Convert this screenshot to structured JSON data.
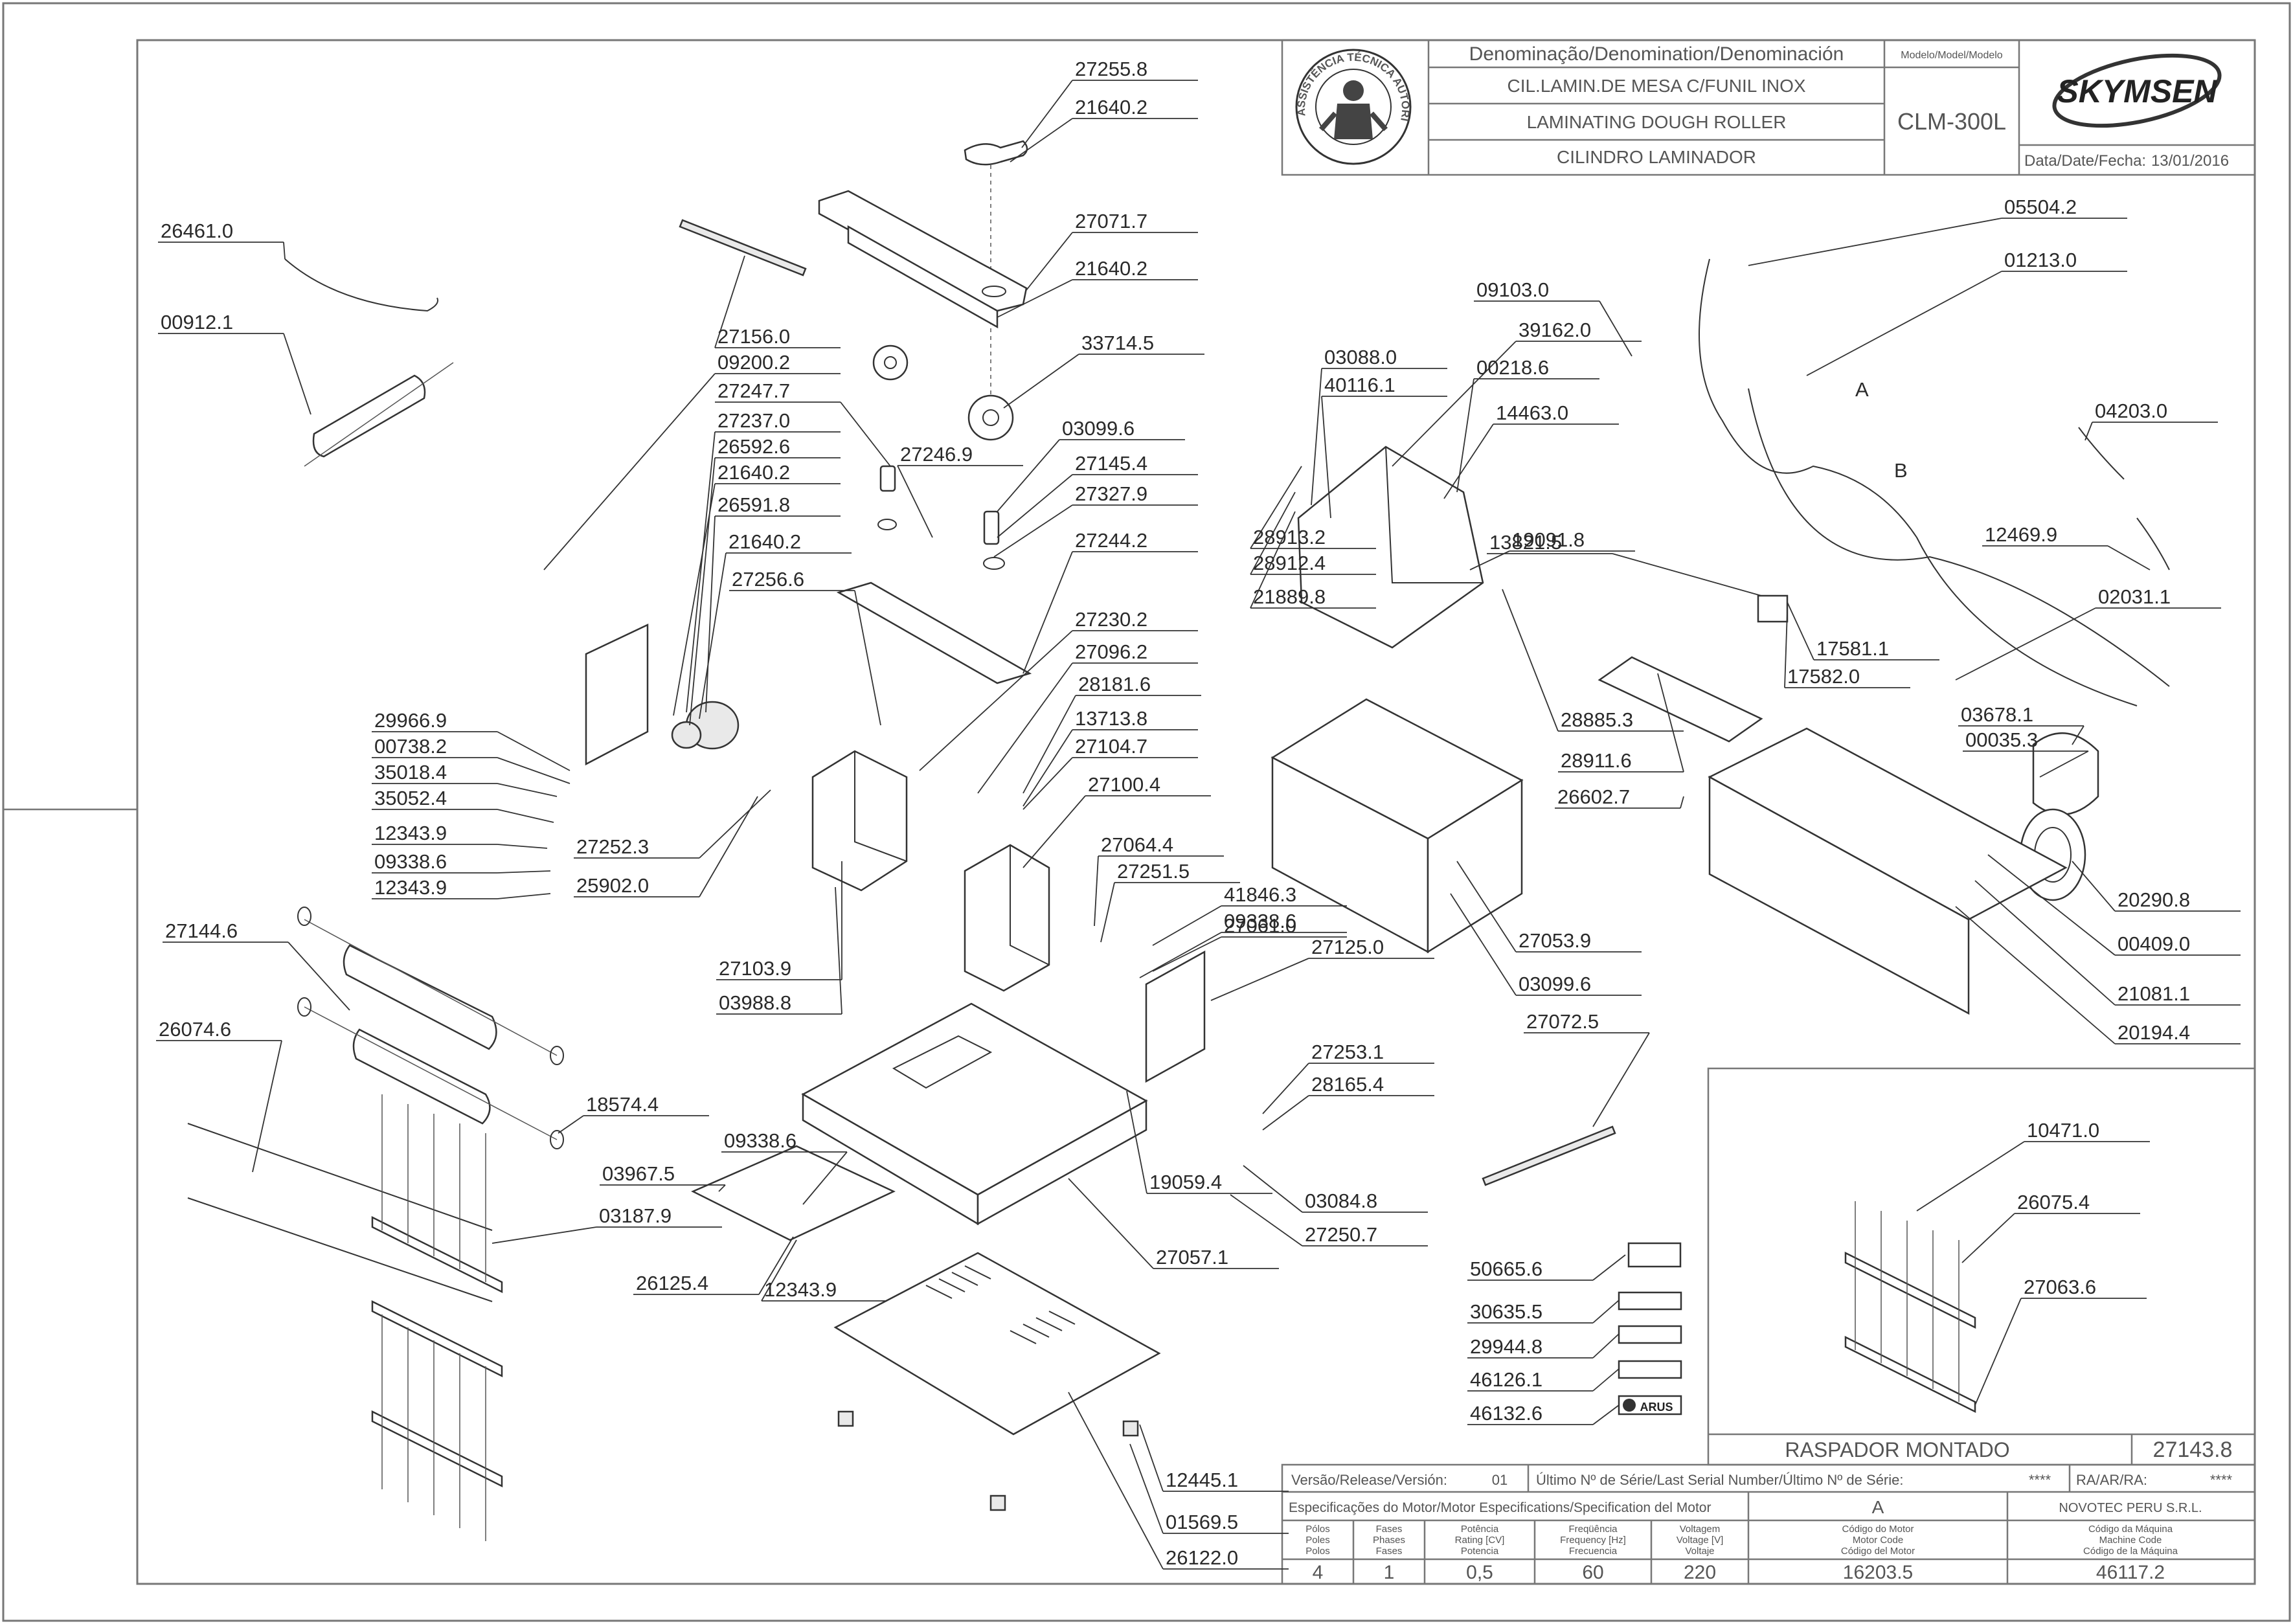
{
  "title_block": {
    "denomination_header": "Denominação/Denomination/Denominación",
    "name_pt": "CIL.LAMIN.DE MESA C/FUNIL INOX",
    "name_en": "LAMINATING DOUGH ROLLER",
    "name_es": "CILINDRO LAMINADOR",
    "model_header": "Modelo/Model/Modelo",
    "model": "CLM-300L",
    "brand": "SKYMSEN",
    "date_label": "Data/Date/Fecha:",
    "date": "13/01/2016",
    "seal_text": "ASSISTÊNCIA TÉCNICA AUTORIZADA"
  },
  "parts": [
    "27255.8",
    "21640.2",
    "27071.7",
    "21640.2",
    "33714.5",
    "27156.0",
    "09200.2",
    "27247.7",
    "27237.0",
    "26592.6",
    "21640.2",
    "26591.8",
    "21640.2",
    "27246.9",
    "03099.6",
    "27145.4",
    "27327.9",
    "27244.2",
    "27256.6",
    "27230.2",
    "27096.2",
    "28181.6",
    "13713.8",
    "27104.7",
    "27100.4",
    "27064.4",
    "27251.5",
    "41846.3",
    "27061.0",
    "09338.6",
    "27125.0",
    "27253.1",
    "28165.4",
    "03084.8",
    "27250.7",
    "19059.4",
    "27057.1",
    "26461.0",
    "00912.1",
    "29966.9",
    "00738.2",
    "35018.4",
    "35052.4",
    "12343.9",
    "09338.6",
    "12343.9",
    "27252.3",
    "25902.0",
    "27103.9",
    "03988.8",
    "27144.6",
    "26074.6",
    "18574.4",
    "09338.6",
    "03967.5",
    "03187.9",
    "26125.4",
    "12343.9",
    "12445.1",
    "01569.5",
    "26122.0",
    "03088.0",
    "40116.1",
    "39162.0",
    "00218.6",
    "09103.0",
    "05504.2",
    "01213.0",
    "14463.0",
    "28913.2",
    "28912.4",
    "21889.8",
    "19091.8",
    "13821.5",
    "17581.1",
    "17582.0",
    "02031.1",
    "04203.0",
    "12469.9",
    "28885.3",
    "28911.6",
    "27053.9",
    "03099.6",
    "26602.7",
    "03678.1",
    "00035.3",
    "20290.8",
    "00409.0",
    "21081.1",
    "20194.4",
    "27072.5",
    "50665.6",
    "30635.5",
    "29944.8",
    "46126.1",
    "46132.6",
    "10471.0",
    "26075.4",
    "27063.6"
  ],
  "wire_markers": {
    "a": "A",
    "b": "B"
  },
  "arus_label": "ARUS",
  "inset": {
    "title": "RASPADOR MONTADO",
    "code": "27143.8"
  },
  "footer": {
    "version_label": "Versão/Release/Versión:",
    "version": "01",
    "serial_label": "Último Nº de Série/Last Serial Number/Último Nº de Série:",
    "serial": "****",
    "ra_label": "RA/AR/RA:",
    "ra": "****",
    "motor_header": "Especificações do Motor/Motor Especifications/Specification del Motor",
    "motor_letter": "A",
    "company": "NOVOTEC PERU S.R.L.",
    "poles_label": [
      "Pólos",
      "Poles",
      "Polos"
    ],
    "phases_label": [
      "Fases",
      "Phases",
      "Fases"
    ],
    "power_label": [
      "Potência",
      "Rating [CV]",
      "Potencia"
    ],
    "freq_label": [
      "Freqüência",
      "Frequency [Hz]",
      "Frecuencia"
    ],
    "voltage_label": [
      "Voltagem",
      "Voltage [V]",
      "Voltaje"
    ],
    "motor_code_label": [
      "Código do Motor",
      "Motor Code",
      "Código del Motor"
    ],
    "machine_code_label": [
      "Código da Máquina",
      "Machine Code",
      "Código de la Máquina"
    ],
    "poles": "4",
    "phases": "1",
    "power": "0,5",
    "freq": "60",
    "voltage": "220",
    "motor_code": "16203.5",
    "machine_code": "46117.2"
  }
}
